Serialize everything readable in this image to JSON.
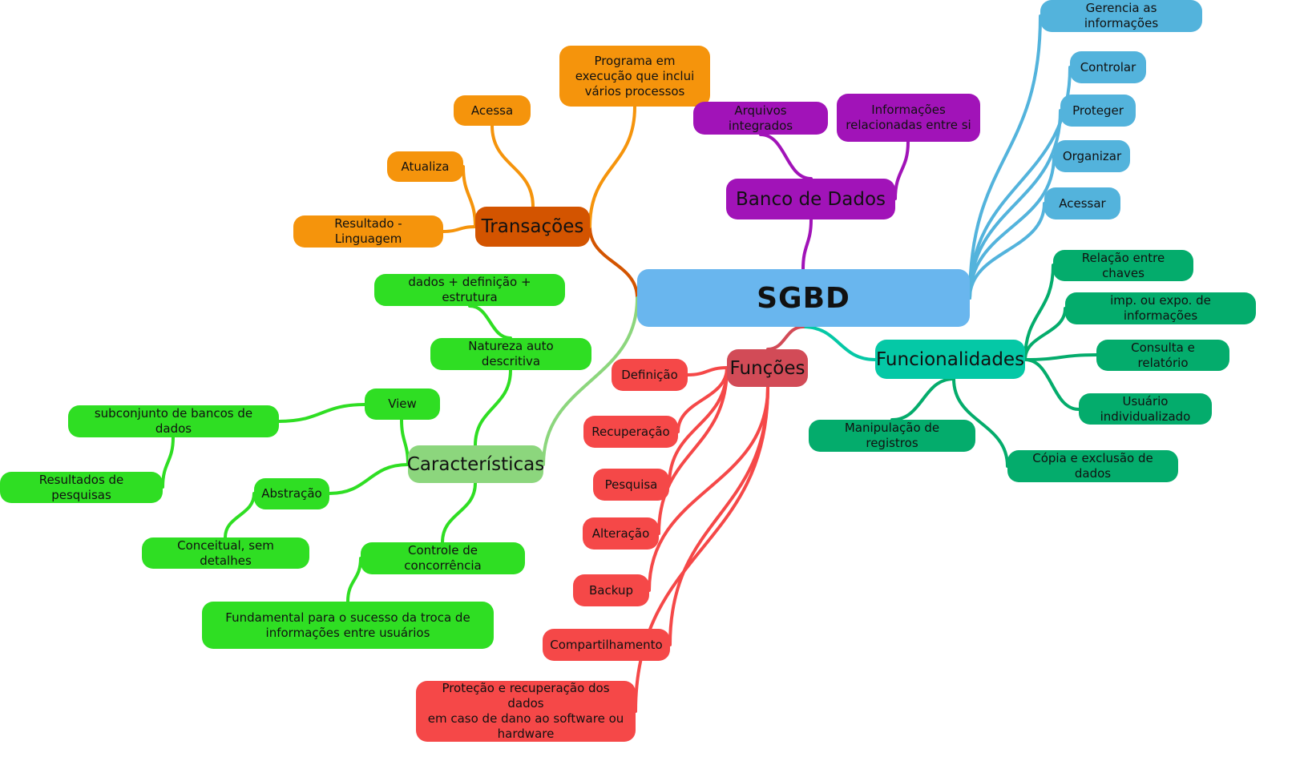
{
  "title": "SGBD",
  "colors": {
    "root": "#69b6ee",
    "transacoes_main": "#d35400",
    "transacoes_leaf": "#f5940c",
    "banco": "#a113b8",
    "sgbd_blue_leaf": "#53b3dc",
    "funcionalidades_main": "#05c8a6",
    "funcionalidades_leaf": "#04ac6c",
    "funcoes_main": "#d24b57",
    "funcoes_leaf": "#f54848",
    "caracteristicas_main": "#8cd67d",
    "caracteristicas_leaf": "#2fde23"
  },
  "nodes": {
    "root": "SGBD",
    "transacoes": "Transações",
    "acessa": "Acessa",
    "atualiza": "Atualiza",
    "resultado_linguagem": "Resultado - Linguagem",
    "programa_execucao": "Programa em\nexecução que inclui\nvários processos",
    "banco_de_dados": "Banco de Dados",
    "arquivos_integrados": "Arquivos integrados",
    "informacoes_relacionadas": "Informações\nrelacionadas entre si",
    "gerencia": "Gerencia as informações",
    "controlar": "Controlar",
    "proteger": "Proteger",
    "organizar": "Organizar",
    "acessar": "Acessar",
    "funcionalidades": "Funcionalidades",
    "relacao_chaves": "Relação entre chaves",
    "imp_expo": "imp. ou expo. de informações",
    "consulta_relatorio": "Consulta e relatório",
    "usuario_individualizado": "Usuário individualizado",
    "manipulacao_registros": "Manipulação de registros",
    "copia_exclusao": "Cópia e exclusão de dados",
    "funcoes": "Funções",
    "definicao": "Definição",
    "recuperacao": "Recuperação",
    "pesquisa": "Pesquisa",
    "alteracao": "Alteração",
    "backup": "Backup",
    "compartilhamento": "Compartilhamento",
    "protecao_recuperacao": "Proteção e recuperação dos dados\nem caso de dano ao software ou\nhardware",
    "caracteristicas": "Características",
    "natureza_auto": "Natureza auto descritiva",
    "dados_definicao": "dados + definição + estrutura",
    "view": "View",
    "subconjunto": "subconjunto de bancos de dados",
    "resultados_pesquisas": "Resultados de pesquisas",
    "abstracao": "Abstração",
    "conceitual": "Conceitual, sem detalhes",
    "controle_concorrencia": "Controle de concorrência",
    "fundamental": "Fundamental para o sucesso da troca de\ninformações entre usuários"
  }
}
